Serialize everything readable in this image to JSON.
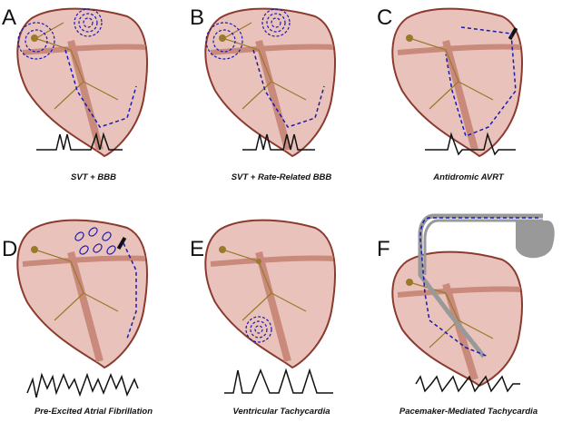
{
  "panels": [
    {
      "letter": "A",
      "caption": "SVT + BBB"
    },
    {
      "letter": "B",
      "caption": "SVT + Rate-Related BBB"
    },
    {
      "letter": "C",
      "caption": "Antidromic AVRT"
    },
    {
      "letter": "D",
      "caption": "Pre-Excited Atrial Fibrillation"
    },
    {
      "letter": "E",
      "caption": "Ventricular Tachycardia"
    },
    {
      "letter": "F",
      "caption": "Pacemaker-Mediated Tachycardia"
    }
  ],
  "colors": {
    "heart_fill": "#e9c3bb",
    "heart_outline": "#8b3a2e",
    "heart_wall": "#c98a7c",
    "conduction": "#9a7a2a",
    "arrow": "#1a1ab0",
    "ecg": "#111111",
    "pacemaker": "#999999"
  }
}
